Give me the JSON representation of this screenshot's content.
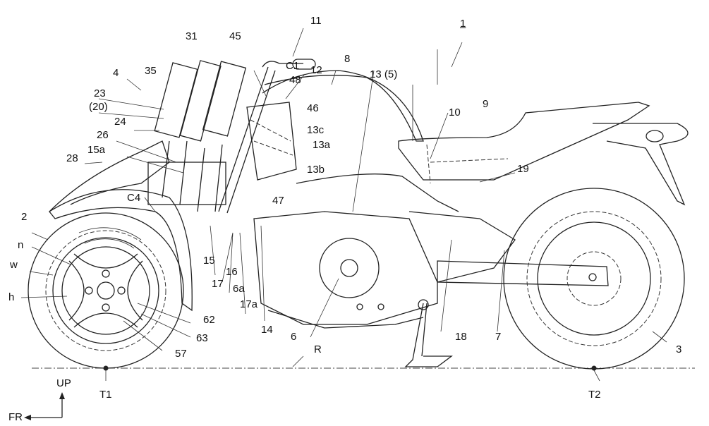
{
  "figure": {
    "subject": "three-wheeled saddle-ride vehicle, left side view (patent drawing)",
    "reference_labels": [
      {
        "id": "1",
        "text": "1",
        "underlined": true
      },
      {
        "id": "2",
        "text": "2"
      },
      {
        "id": "3",
        "text": "3"
      },
      {
        "id": "4",
        "text": "4"
      },
      {
        "id": "6",
        "text": "6"
      },
      {
        "id": "6a",
        "text": "6a"
      },
      {
        "id": "7",
        "text": "7"
      },
      {
        "id": "8",
        "text": "8"
      },
      {
        "id": "9",
        "text": "9"
      },
      {
        "id": "10",
        "text": "10"
      },
      {
        "id": "11",
        "text": "11"
      },
      {
        "id": "12",
        "text": "12"
      },
      {
        "id": "13-5",
        "text": "13 (5)"
      },
      {
        "id": "13a",
        "text": "13a"
      },
      {
        "id": "13b",
        "text": "13b"
      },
      {
        "id": "13c",
        "text": "13c"
      },
      {
        "id": "14",
        "text": "14"
      },
      {
        "id": "15",
        "text": "15"
      },
      {
        "id": "15a",
        "text": "15a"
      },
      {
        "id": "16",
        "text": "16"
      },
      {
        "id": "17",
        "text": "17"
      },
      {
        "id": "17a",
        "text": "17a"
      },
      {
        "id": "18",
        "text": "18"
      },
      {
        "id": "19",
        "text": "19"
      },
      {
        "id": "23",
        "text": "23"
      },
      {
        "id": "20",
        "text": "(20)"
      },
      {
        "id": "24",
        "text": "24"
      },
      {
        "id": "26",
        "text": "26"
      },
      {
        "id": "28",
        "text": "28"
      },
      {
        "id": "31",
        "text": "31"
      },
      {
        "id": "35",
        "text": "35"
      },
      {
        "id": "45",
        "text": "45"
      },
      {
        "id": "46",
        "text": "46"
      },
      {
        "id": "47",
        "text": "47"
      },
      {
        "id": "48",
        "text": "48"
      },
      {
        "id": "57",
        "text": "57"
      },
      {
        "id": "62",
        "text": "62"
      },
      {
        "id": "63",
        "text": "63"
      },
      {
        "id": "C1",
        "text": "C1"
      },
      {
        "id": "C4",
        "text": "C4"
      },
      {
        "id": "n",
        "text": "n"
      },
      {
        "id": "w",
        "text": "w"
      },
      {
        "id": "h",
        "text": "h"
      },
      {
        "id": "R",
        "text": "R"
      },
      {
        "id": "T1",
        "text": "T1"
      },
      {
        "id": "T2",
        "text": "T2"
      }
    ],
    "direction_indicator": {
      "up": "UP",
      "front": "FR"
    }
  }
}
